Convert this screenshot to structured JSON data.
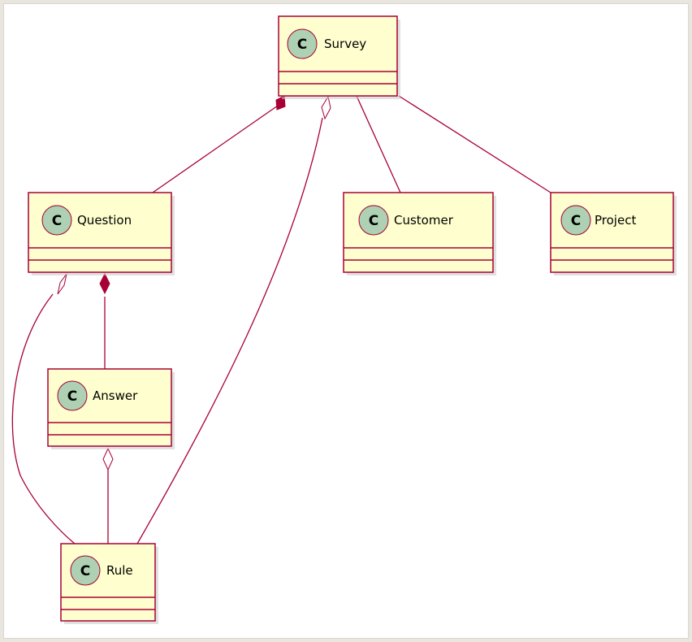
{
  "diagram": {
    "type": "uml-class-diagram",
    "classes": [
      {
        "id": "survey",
        "name": "Survey",
        "stereotype": "C"
      },
      {
        "id": "question",
        "name": "Question",
        "stereotype": "C"
      },
      {
        "id": "customer",
        "name": "Customer",
        "stereotype": "C"
      },
      {
        "id": "project",
        "name": "Project",
        "stereotype": "C"
      },
      {
        "id": "answer",
        "name": "Answer",
        "stereotype": "C"
      },
      {
        "id": "rule",
        "name": "Rule",
        "stereotype": "C"
      }
    ],
    "relations": [
      {
        "from": "survey",
        "to": "question",
        "kind": "composition"
      },
      {
        "from": "survey",
        "to": "rule",
        "kind": "aggregation"
      },
      {
        "from": "survey",
        "to": "customer",
        "kind": "association"
      },
      {
        "from": "survey",
        "to": "project",
        "kind": "association"
      },
      {
        "from": "question",
        "to": "answer",
        "kind": "composition"
      },
      {
        "from": "question",
        "to": "rule",
        "kind": "aggregation"
      },
      {
        "from": "answer",
        "to": "rule",
        "kind": "aggregation"
      }
    ],
    "colors": {
      "class_fill": "#fefece",
      "border": "#a80036",
      "stereotype_circle": "#add1b2",
      "background": "#ffffff"
    }
  }
}
